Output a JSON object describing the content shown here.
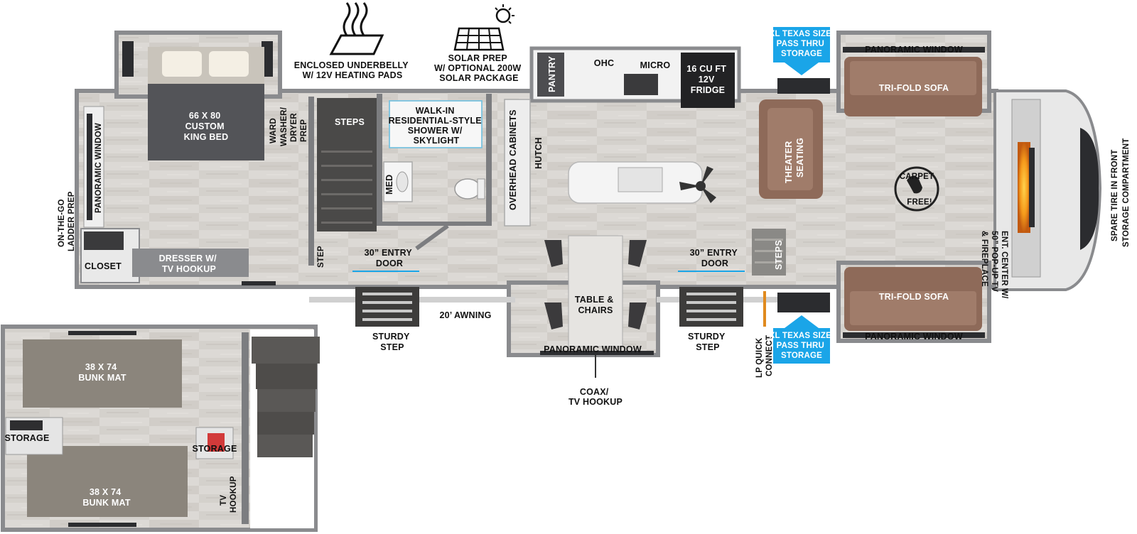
{
  "floorplan": {
    "features": {
      "underbelly": [
        "ENCLOSED UNDERBELLY",
        "W/ 12V HEATING PADS"
      ],
      "solar": [
        "SOLAR PREP",
        "W/ OPTIONAL 200W",
        "SOLAR PACKAGE"
      ]
    },
    "bedroom": {
      "bed": [
        "66 X  80",
        "CUSTOM",
        "KING BED"
      ],
      "ward": "WARD",
      "washer_dryer": [
        "WASHER/",
        "DRYER",
        "PREP"
      ],
      "panoramic_window": "PANORAMIC WINDOW",
      "ladder": [
        "ON-THE-GO",
        "LADDER PREP"
      ],
      "closet": "CLOSET",
      "dresser": [
        "DRESSER W/",
        "TV HOOKUP"
      ]
    },
    "bath": {
      "steps": "STEPS",
      "step": "STEP",
      "shower": [
        "WALK-IN",
        "RESIDENTIAL-STYLE",
        "SHOWER W/",
        "SKYLIGHT"
      ],
      "med": "MED"
    },
    "kitchen": {
      "pantry": "PANTRY",
      "ohc": "OHC",
      "micro": "MICRO",
      "fridge": [
        "16 CU FT",
        "12V",
        "FRIDGE"
      ],
      "overhead_cabinets": "OVERHEAD CABINETS",
      "hutch": "HUTCH",
      "table": [
        "TABLE &",
        "CHAIRS"
      ],
      "panoramic_window": "PANORAMIC WINDOW",
      "coax": [
        "COAX/",
        "TV HOOKUP"
      ]
    },
    "entry": {
      "door_left": [
        "30” ENTRY",
        "DOOR"
      ],
      "door_right": [
        "30” ENTRY",
        "DOOR"
      ],
      "sturdy_left": [
        "STURDY",
        "STEP"
      ],
      "sturdy_right": [
        "STURDY",
        "STEP"
      ],
      "awning": "20’ AWNING"
    },
    "living": {
      "storage_top": [
        "XL TEXAS SIZE",
        "PASS THRU",
        "STORAGE"
      ],
      "storage_bottom": [
        "XL TEXAS SIZE",
        "PASS THRU",
        "STORAGE"
      ],
      "panoramic_top": "PANORAMIC WINDOW",
      "panoramic_bottom": "PANORAMIC WINDOW",
      "sofa_top": "TRI-FOLD SOFA",
      "sofa_bottom": "TRI-FOLD SOFA",
      "theater": [
        "THEATER",
        "SEATING"
      ],
      "steps": "STEPS",
      "lp": [
        "LP QUICK",
        "CONNECT"
      ],
      "ent_center": [
        "ENT. CENTER W/",
        "50” POP-UP TV",
        "& FIREPLACE"
      ],
      "carpet": [
        "CARPET",
        "FREE!"
      ],
      "spare": [
        "SPARE TIRE IN FRONT",
        "STORAGE COMPARTMENT"
      ]
    },
    "loft": {
      "bunk_top": [
        "38 X 74",
        "BUNK MAT"
      ],
      "bunk_bottom": [
        "38 X 74",
        "BUNK MAT"
      ],
      "storage_left": "STORAGE",
      "storage_right": "STORAGE",
      "tv": [
        "TV",
        "HOOKUP"
      ]
    },
    "colors": {
      "floor": "#d9d6d2",
      "wall": "#7c7d80",
      "sofa": "#8e6a59",
      "bunk": "#8b857c",
      "accent": "#1aa5e8",
      "storage_red": "#d23a3a"
    }
  }
}
